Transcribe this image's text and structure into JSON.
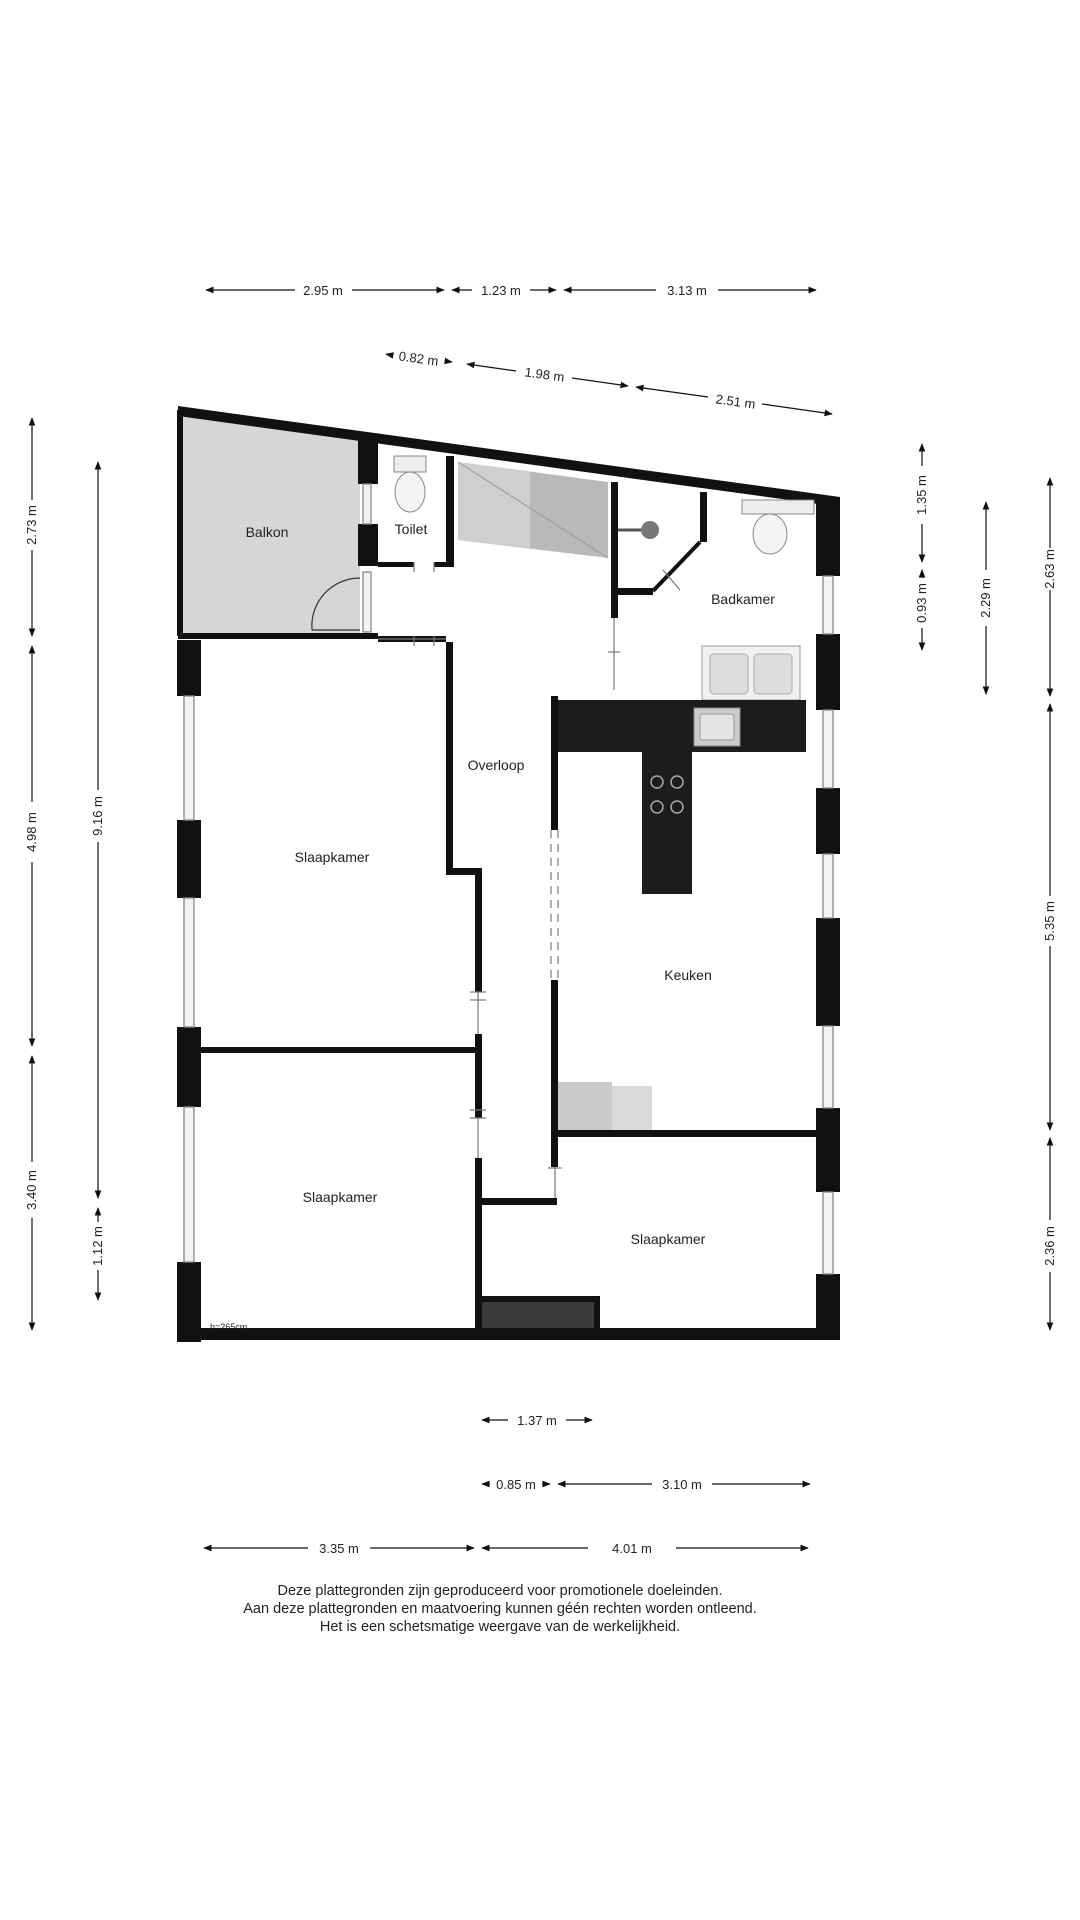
{
  "rooms": {
    "balkon": "Balkon",
    "toilet": "Toilet",
    "badkamer": "Badkamer",
    "overloop": "Overloop",
    "slaapkamer_1": "Slaapkamer",
    "slaapkamer_2": "Slaapkamer",
    "slaapkamer_3": "Slaapkamer",
    "keuken": "Keuken"
  },
  "ceiling_height": "h=265cm",
  "dimensions": {
    "top_row_1": [
      "2.95 m",
      "1.23 m",
      "3.13 m"
    ],
    "top_row_2": [
      "0.82 m",
      "1.98 m",
      "2.51 m"
    ],
    "left_outer": [
      "2.73 m",
      "4.98 m",
      "3.40 m"
    ],
    "left_inner": [
      "9.16 m",
      "1.12 m"
    ],
    "right_inner": [
      "1.35 m",
      "0.93 m"
    ],
    "right_mid": "2.29 m",
    "right_outer": [
      "2.63 m",
      "5.35 m",
      "2.36 m"
    ],
    "bottom_row_1": "1.37 m",
    "bottom_row_2": [
      "0.85 m",
      "3.10 m"
    ],
    "bottom_row_3": [
      "3.35 m",
      "4.01 m"
    ]
  },
  "disclaimer": [
    "Deze plattegronden zijn geproduceerd voor promotionele doeleinden.",
    "Aan deze plattegronden en maatvoering kunnen géén rechten worden ontleend.",
    "Het is een schetsmatige weergave van de werkelijkheid."
  ]
}
